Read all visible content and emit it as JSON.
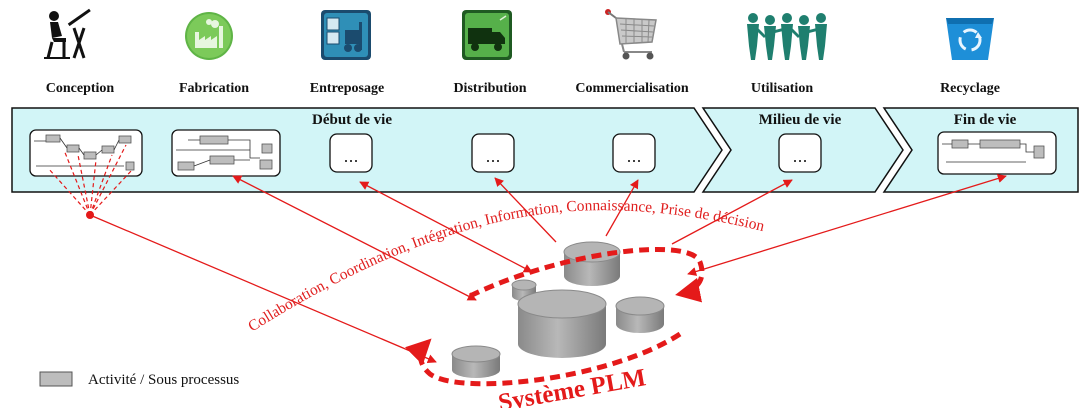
{
  "lifecycle_stages": [
    {
      "label": "Conception",
      "icon": "designer-at-drafting-table-icon"
    },
    {
      "label": "Fabrication",
      "icon": "factory-icon"
    },
    {
      "label": "Entreposage",
      "icon": "warehouse-forklift-icon"
    },
    {
      "label": "Distribution",
      "icon": "delivery-truck-icon"
    },
    {
      "label": "Commercialisation",
      "icon": "shopping-cart-icon"
    },
    {
      "label": "Utilisation",
      "icon": "people-chain-icon"
    },
    {
      "label": "Recyclage",
      "icon": "recycle-bin-icon"
    }
  ],
  "phases": {
    "beginning": "Début de vie",
    "middle": "Milieu de vie",
    "end": "Fin de vie"
  },
  "placeholder_text": "...",
  "curve_text": "Collaboration, Coordination, Intégration, Information, Connaissance, Prise de décision",
  "plm_system": "Système PLM",
  "legend": {
    "label": "Activité / Sous processus"
  },
  "colors": {
    "band_fill": "#d2f5f7",
    "accent_red": "#e41a1a",
    "cylinder_gray": "#a9a9a9"
  }
}
